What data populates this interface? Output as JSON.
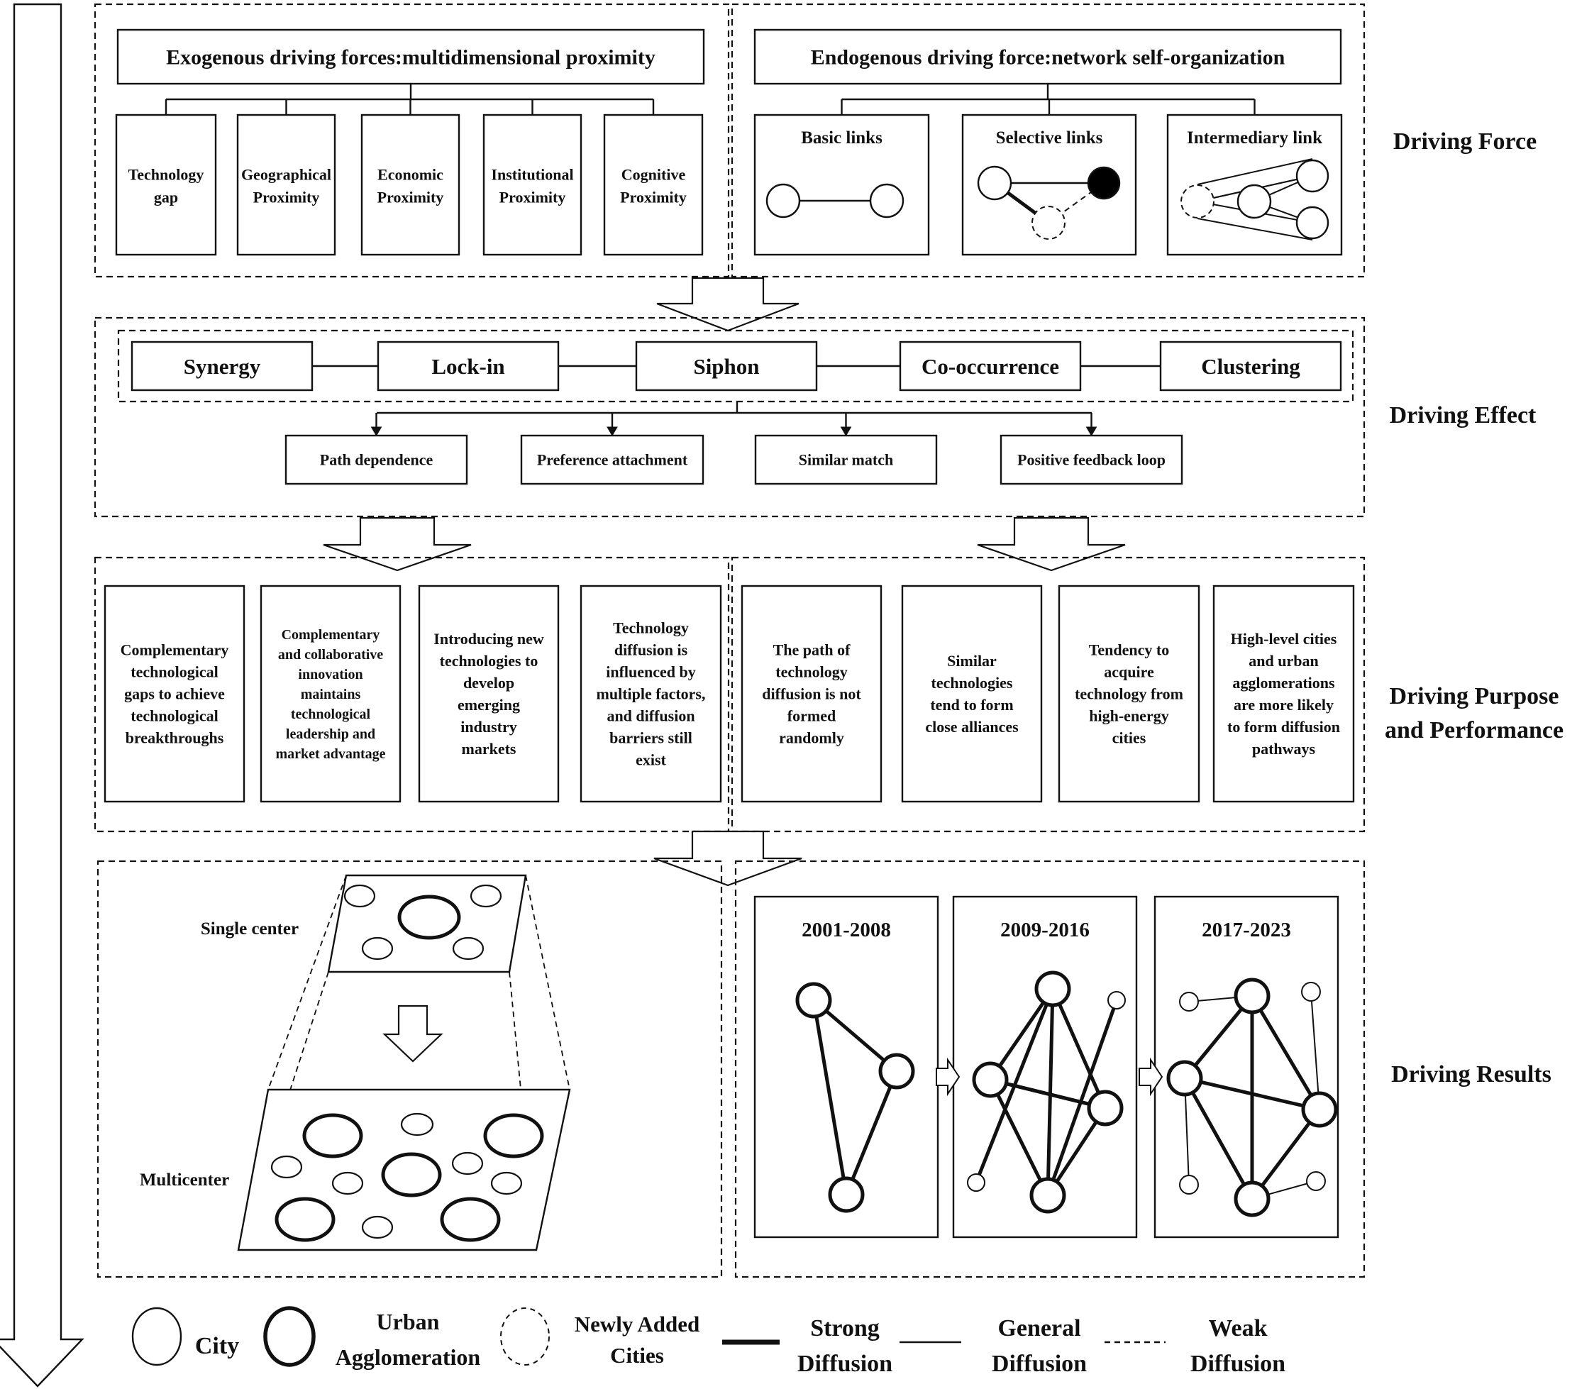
{
  "driving_force": {
    "stage_label": "Driving Force",
    "exogenous_title": "Exogenous driving forces:multidimensional proximity",
    "exogenous_items": [
      "Technology\ngap",
      "Geographical\nProximity",
      "Economic\nProximity",
      "Institutional\nProximity",
      "Cognitive\nProximity"
    ],
    "endogenous_title": "Endogenous driving force:network self-organization",
    "endogenous_items": [
      "Basic links",
      "Selective links",
      "Intermediary link"
    ]
  },
  "driving_effect": {
    "stage_label": "Driving Effect",
    "effects": [
      "Synergy",
      "Lock-in",
      "Siphon",
      "Co-occurrence",
      "Clustering"
    ],
    "mechanisms": [
      "Path dependence",
      "Preference attachment",
      "Similar match",
      "Positive feedback loop"
    ]
  },
  "driving_purpose": {
    "stage_label": "Driving Purpose\nand Performance",
    "items": [
      "Complementary\ntechnological\ngaps to achieve\ntechnological\nbreakthroughs",
      "Complementary\nand collaborative\ninnovation\nmaintains\ntechnological\nleadership and\nmarket advantage",
      "Introducing new\ntechnologies to\ndevelop\nemerging\nindustry\nmarkets",
      "Technology\ndiffusion is\ninfluenced by\nmultiple factors,\nand diffusion\nbarriers still\nexist",
      "The path of\ntechnology\ndiffusion is not\nformed\nrandomly",
      "Similar\ntechnologies\ntend to form\nclose alliances",
      "Tendency to\nacquire\ntechnology from\nhigh-energy\ncities",
      "High-level cities\nand urban\nagglomerations\nare more likely\nto form diffusion\npathways"
    ]
  },
  "driving_results": {
    "stage_label": "Driving Results",
    "single_center_label": "Single center",
    "multicenter_label": "Multicenter",
    "periods": [
      "2001-2008",
      "2009-2016",
      "2017-2023"
    ]
  },
  "legend": {
    "city": "City",
    "urban_agglomeration": "Urban\nAgglomeration",
    "newly_added": "Newly Added\nCities",
    "strong": "Strong\nDiffusion",
    "general": "General\nDiffusion",
    "weak": "Weak\nDiffusion"
  },
  "colors": {
    "ink": "#111111",
    "background": "#ffffff"
  }
}
